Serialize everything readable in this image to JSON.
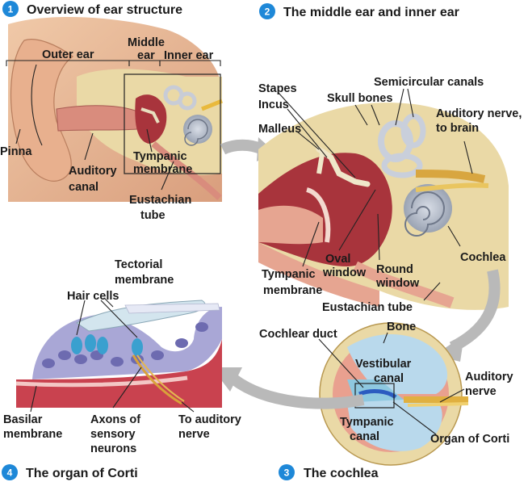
{
  "panels": [
    {
      "number": "1",
      "title": "Overview of ear structure"
    },
    {
      "number": "2",
      "title": "The middle ear and inner ear"
    },
    {
      "number": "3",
      "title": "The cochlea"
    },
    {
      "number": "4",
      "title": "The organ of Corti"
    }
  ],
  "panel1": {
    "outer_ear": "Outer ear",
    "middle_ear": [
      "Middle",
      "ear"
    ],
    "inner_ear": "Inner ear",
    "pinna": "Pinna",
    "auditory_canal": [
      "Auditory",
      "canal"
    ],
    "tympanic_membrane": [
      "Tympanic",
      "membrane"
    ],
    "eustachian_tube": [
      "Eustachian",
      "tube"
    ]
  },
  "panel2": {
    "stapes": "Stapes",
    "incus": "Incus",
    "malleus": "Malleus",
    "skull_bones": "Skull bones",
    "semicircular_canals": "Semicircular canals",
    "auditory_nerve": [
      "Auditory nerve,",
      "to brain"
    ],
    "cochlea": "Cochlea",
    "tympanic_membrane": [
      "Tympanic",
      "membrane"
    ],
    "oval_window": [
      "Oval",
      "window"
    ],
    "round_window": [
      "Round",
      "window"
    ],
    "eustachian_tube": "Eustachian tube"
  },
  "panel3": {
    "cochlear_duct": "Cochlear duct",
    "bone": "Bone",
    "vestibular_canal": [
      "Vestibular",
      "canal"
    ],
    "auditory_nerve": [
      "Auditory",
      "nerve"
    ],
    "tympanic_canal": [
      "Tympanic",
      "canal"
    ],
    "organ_of_corti": "Organ of Corti"
  },
  "panel4": {
    "tectorial_membrane": [
      "Tectorial",
      "membrane"
    ],
    "hair_cells": "Hair cells",
    "basilar_membrane": [
      "Basilar",
      "membrane"
    ],
    "axons": [
      "Axons of",
      "sensory",
      "neurons"
    ],
    "to_auditory_nerve": [
      "To auditory",
      "nerve"
    ]
  },
  "colors": {
    "number_badge": "#1e88d8",
    "bone": "#ead9a6",
    "flesh": "#e6a591",
    "cavity": "#a8343c",
    "canal_blue": "#b9d9ec",
    "arrow": "#b9b9b9"
  }
}
